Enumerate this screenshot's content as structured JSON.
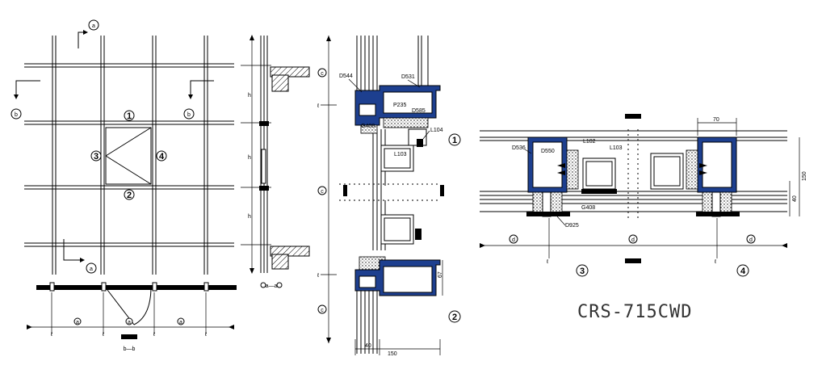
{
  "title": "CRS-715CWD",
  "elevation": {
    "section_markers": [
      "a",
      "b"
    ],
    "pane_labels": [
      "1",
      "2",
      "3",
      "4"
    ],
    "bottom_dim_label": "a",
    "bottom_axis_label": "ℓ",
    "caption_tag": "b—b"
  },
  "vertical_strip": {
    "dim_label": "h",
    "caption": "a—a"
  },
  "vertical_section": {
    "parts": [
      "D544",
      "D531",
      "P235",
      "D585",
      "G408",
      "L104",
      "L103"
    ],
    "spacing_label": "c",
    "axis_label": "ℓ",
    "callouts": [
      "1",
      "2"
    ],
    "dim_bottom_left": "40",
    "dim_bottom_total": "150",
    "dim_side": "67"
  },
  "horizontal_section": {
    "parts_left": [
      "D536",
      "D550",
      "L102",
      "L103",
      "G408",
      "D925"
    ],
    "dim_top": "70",
    "dim_right_total": "150",
    "dim_right_small": "40",
    "spacing_label": "d",
    "axis_label": "ℓ",
    "callouts": [
      "3",
      "4"
    ]
  }
}
